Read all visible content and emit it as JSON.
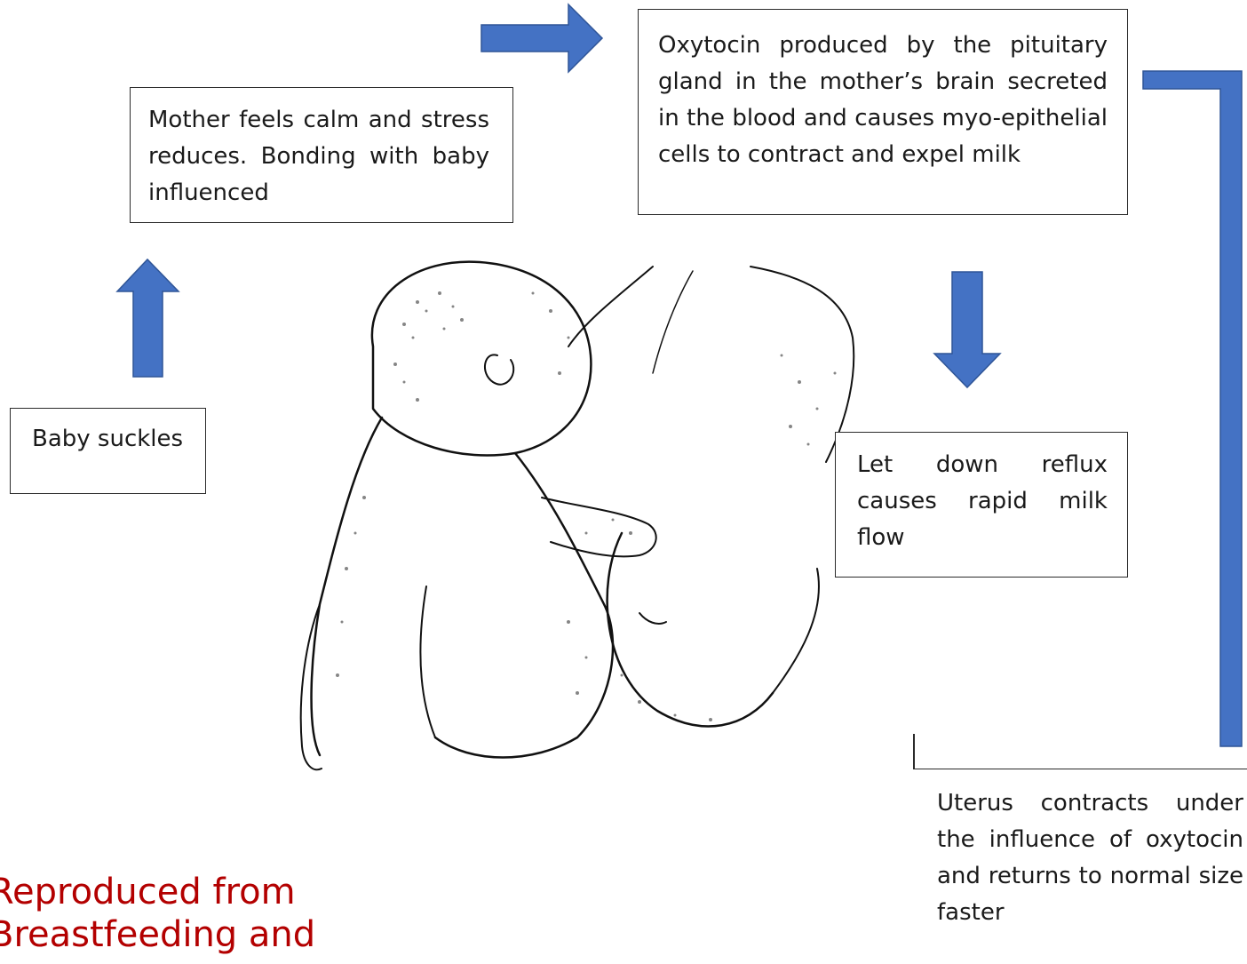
{
  "boxes": {
    "oxytocin": "Oxytocin produced by the pituitary gland in the mother’s brain secreted in the blood and causes myo-epithelial cells to contract and expel milk",
    "mother": "Mother feels calm and stress reduces. Bonding with baby influenced",
    "baby": "Baby suckles",
    "letdown": "Let down reflux causes rapid milk flow",
    "uterus": "Uterus contracts under the influence of oxytocin and returns to normal size faster"
  },
  "attribution": {
    "line1": "Reproduced from",
    "line2": "Breastfeeding and"
  },
  "colors": {
    "arrow": "#4472c4",
    "arrow_stroke": "#2f5597",
    "attribution": "#b30000"
  },
  "illustration": "mother-breastfeeding-baby-sketch"
}
